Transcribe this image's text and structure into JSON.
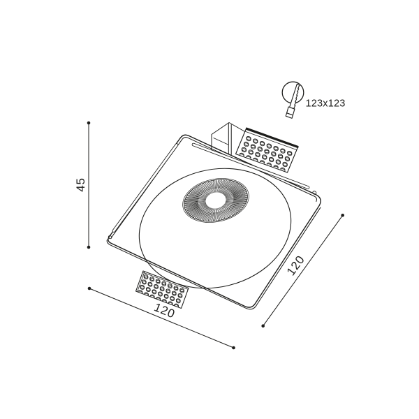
{
  "drawing": {
    "background": "#ffffff",
    "line_color": "#1d1d1b",
    "dimensions": {
      "height_label": "45",
      "width_label": "120",
      "depth_label": "120",
      "cutout_label": "123x123"
    },
    "icons": {
      "cutout_icon": "hole-saw-icon"
    }
  }
}
